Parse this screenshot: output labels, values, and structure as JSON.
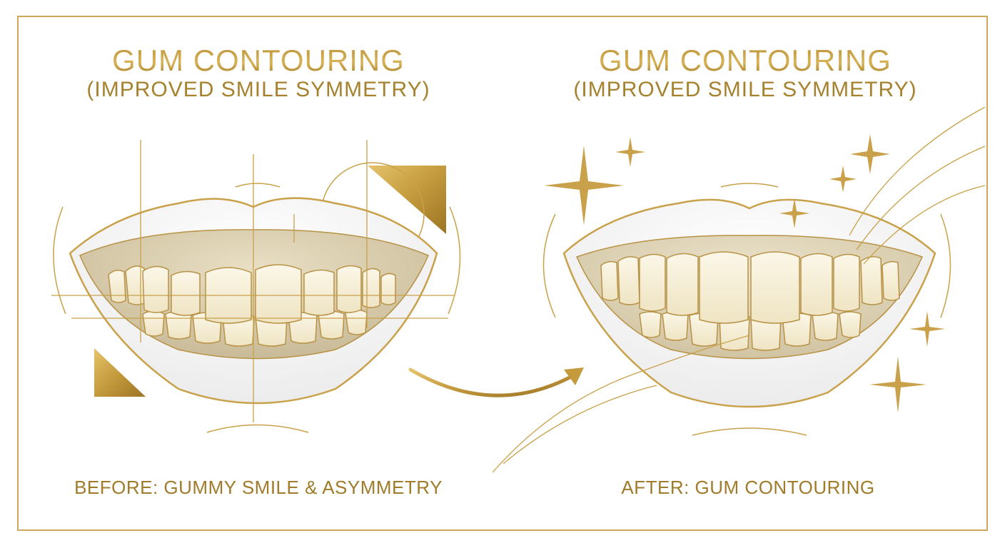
{
  "left_panel": {
    "title": "GUM CONTOURING",
    "subtitle": "(IMPROVED SMILE SYMMETRY)",
    "caption": "BEFORE: GUMMY SMILE & ASYMMETRY"
  },
  "right_panel": {
    "title": "GUM CONTOURING",
    "subtitle": "(IMPROVED SMILE SYMMETRY)",
    "caption": "AFTER: GUM CONTOURING"
  },
  "colors": {
    "gold": "#c9a14a",
    "gold_dark": "#a27a25",
    "gum": "#d9cdb2",
    "tooth": "#f7f1dc",
    "lip": "#f6f6f6"
  },
  "icons": [
    "sparkle-icon",
    "arrow-icon"
  ]
}
